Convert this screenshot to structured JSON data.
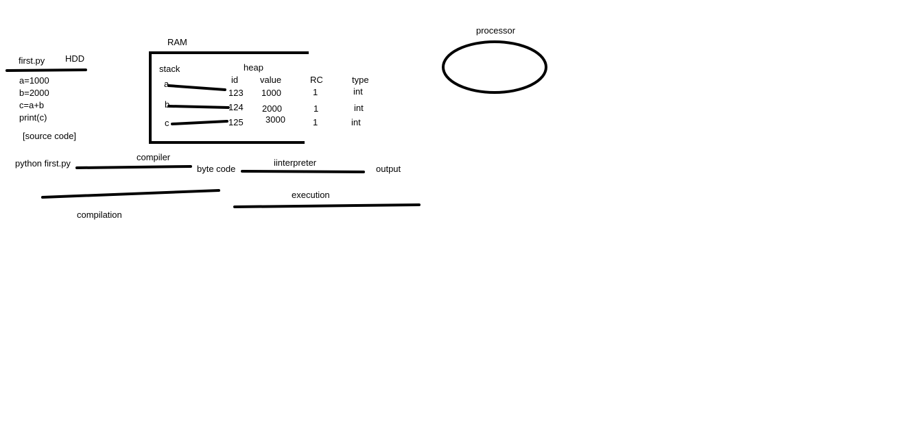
{
  "hdd": {
    "filename": "first.py",
    "label": "HDD",
    "code_lines": [
      "a=1000",
      "b=2000",
      "c=a+b",
      "print(c)"
    ],
    "caption": "[source code]"
  },
  "ram": {
    "label": "RAM",
    "stack_label": "stack",
    "heap_label": "heap",
    "headers": {
      "id": "id",
      "value": "value",
      "rc": "RC",
      "type": "type"
    },
    "rows": [
      {
        "var": "a",
        "id": "123",
        "value": "1000",
        "rc": "1",
        "type": "int"
      },
      {
        "var": "b",
        "id": "124",
        "value": "2000",
        "rc": "1",
        "type": "int"
      },
      {
        "var": "c",
        "id": "125",
        "value": "3000",
        "rc": "1",
        "type": "int"
      }
    ]
  },
  "processor": {
    "label": "processor"
  },
  "pipeline": {
    "command": "python first.py",
    "compiler": "compiler",
    "byte_code": "byte code",
    "interpreter": "iinterpreter",
    "output": "output",
    "compilation": "compilation",
    "execution": "execution"
  }
}
